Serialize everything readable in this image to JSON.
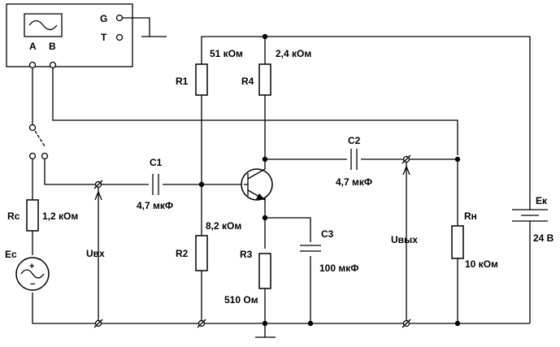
{
  "oscilloscope": {
    "ch_a": "A",
    "ch_b": "B",
    "ground": "G",
    "trigger": "T"
  },
  "components": {
    "R1": {
      "name": "R1",
      "value": "51 кОм"
    },
    "R2": {
      "name": "R2",
      "value": "8,2 кОм"
    },
    "R3": {
      "name": "R3",
      "value": "510 Ом"
    },
    "R4": {
      "name": "R4",
      "value": "2,4 кОм"
    },
    "Rc": {
      "name": "Rc",
      "value": "1,2 кОм"
    },
    "Rn": {
      "name": "Rн",
      "value": "10 кОм"
    },
    "C1": {
      "name": "C1",
      "value": "4,7 мкФ"
    },
    "C2": {
      "name": "C2",
      "value": "4,7 мкФ"
    },
    "C3": {
      "name": "C3",
      "value": "100 мкФ"
    },
    "Ec": {
      "name": "Ec"
    },
    "Ek": {
      "name": "Eк",
      "value": "24 В"
    }
  },
  "signals": {
    "u_in": "Uвх",
    "u_out": "Uвых"
  }
}
